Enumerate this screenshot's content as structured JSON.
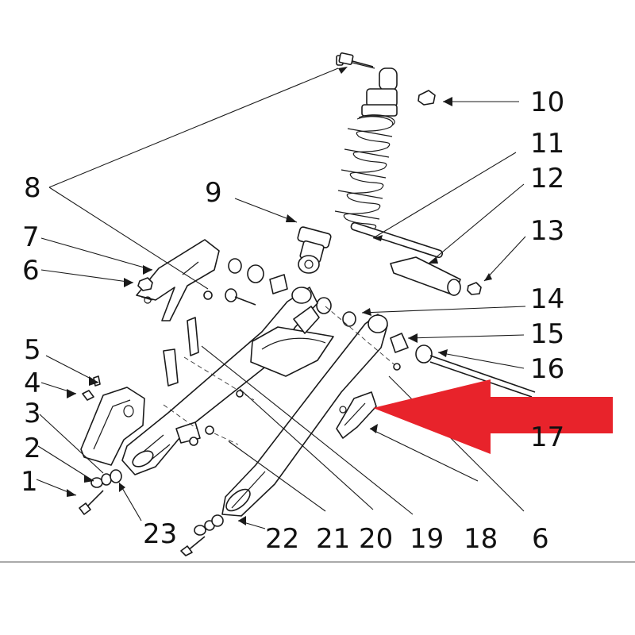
{
  "callouts": [
    {
      "id": "1",
      "label": "1"
    },
    {
      "id": "2",
      "label": "2"
    },
    {
      "id": "3",
      "label": "3"
    },
    {
      "id": "4",
      "label": "4"
    },
    {
      "id": "5",
      "label": "5"
    },
    {
      "id": "6a",
      "label": "6"
    },
    {
      "id": "7",
      "label": "7"
    },
    {
      "id": "8",
      "label": "8"
    },
    {
      "id": "9",
      "label": "9"
    },
    {
      "id": "10",
      "label": "10"
    },
    {
      "id": "11",
      "label": "11"
    },
    {
      "id": "12",
      "label": "12"
    },
    {
      "id": "13",
      "label": "13"
    },
    {
      "id": "14",
      "label": "14"
    },
    {
      "id": "15",
      "label": "15"
    },
    {
      "id": "16",
      "label": "16"
    },
    {
      "id": "17",
      "label": "17"
    },
    {
      "id": "18",
      "label": "18"
    },
    {
      "id": "19",
      "label": "19"
    },
    {
      "id": "20",
      "label": "20"
    },
    {
      "id": "21",
      "label": "21"
    },
    {
      "id": "22",
      "label": "22"
    },
    {
      "id": "23",
      "label": "23"
    },
    {
      "id": "6b",
      "label": "6"
    }
  ],
  "highlight": {
    "color": "#e8232b",
    "points_to": "17"
  },
  "colors": {
    "line": "#1a1a1a",
    "background": "#ffffff"
  }
}
